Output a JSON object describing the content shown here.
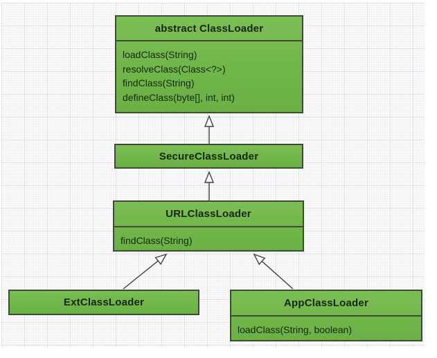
{
  "diagram": {
    "colors": {
      "node_fill": "#70b64a",
      "node_border": "#3e4a33",
      "text": "#16270b",
      "arrow_line": "#3f3f3f",
      "arrow_head_fill": "#fbfbfc",
      "background": "#fbfbfc"
    },
    "classes": [
      {
        "title": "abstract ClassLoader",
        "methods": [
          "loadClass(String)",
          "resolveClass(Class<?>)",
          "findClass(String)",
          "defineClass(byte[], int, int)"
        ]
      },
      {
        "title": "SecureClassLoader",
        "methods": []
      },
      {
        "title": "URLClassLoader",
        "methods": [
          "findClass(String)"
        ]
      },
      {
        "title": "ExtClassLoader",
        "methods": []
      },
      {
        "title": "AppClassLoader",
        "methods": [
          "loadClass(String, boolean)"
        ]
      }
    ],
    "relations": [
      {
        "from": "SecureClassLoader",
        "to": "abstract ClassLoader",
        "type": "generalization"
      },
      {
        "from": "URLClassLoader",
        "to": "SecureClassLoader",
        "type": "generalization"
      },
      {
        "from": "ExtClassLoader",
        "to": "URLClassLoader",
        "type": "generalization"
      },
      {
        "from": "AppClassLoader",
        "to": "URLClassLoader",
        "type": "generalization"
      }
    ]
  }
}
